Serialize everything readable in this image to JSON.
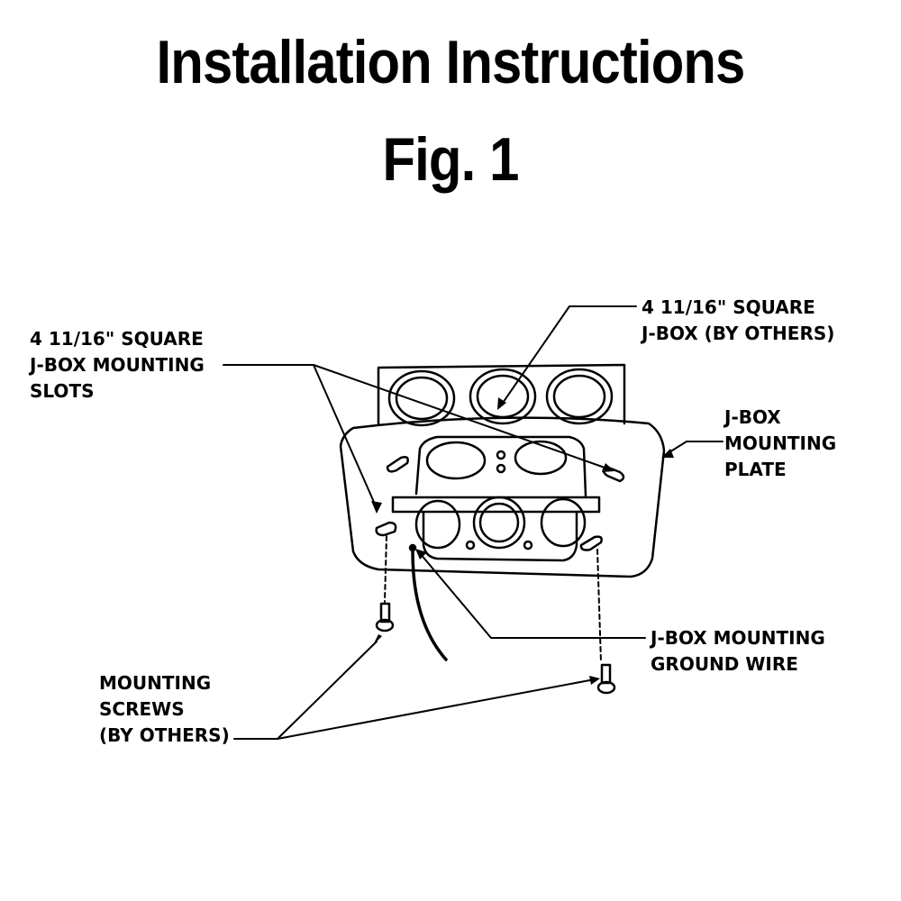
{
  "title": "Installation Instructions",
  "subtitle": "Fig. 1",
  "labels": {
    "slots": [
      "4 11/16\" SQUARE",
      "J-BOX MOUNTING",
      "SLOTS"
    ],
    "jbox": [
      "4 11/16\" SQUARE",
      "J-BOX (BY OTHERS)"
    ],
    "plate": [
      "J-BOX",
      "MOUNTING",
      "PLATE"
    ],
    "ground": [
      "J-BOX MOUNTING",
      "GROUND WIRE"
    ],
    "screws": [
      "MOUNTING",
      "SCREWS",
      "(BY OTHERS)"
    ]
  }
}
